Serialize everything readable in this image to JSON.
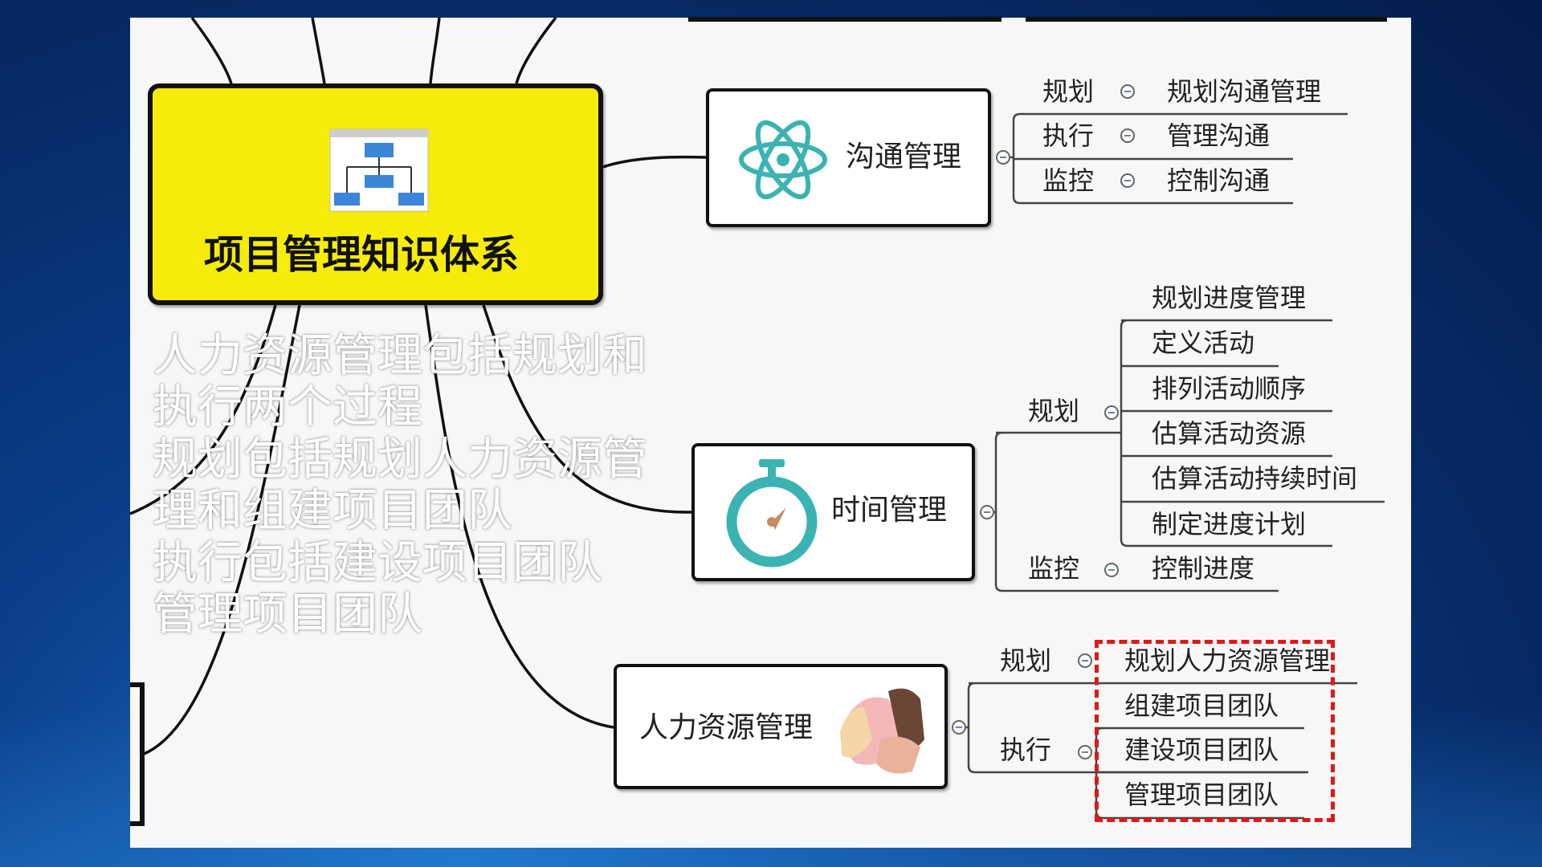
{
  "root": {
    "title": "项目管理知识体系",
    "icon": "org-chart-icon"
  },
  "communication": {
    "title": "沟通管理",
    "icon": "atom-icon",
    "branches": [
      {
        "label": "规划",
        "item": "规划沟通管理"
      },
      {
        "label": "执行",
        "item": "管理沟通"
      },
      {
        "label": "监控",
        "item": "控制沟通"
      }
    ]
  },
  "time": {
    "title": "时间管理",
    "icon": "stopwatch-icon",
    "plan_label": "规划",
    "plan_items": [
      "规划进度管理",
      "定义活动",
      "排列活动顺序",
      "估算活动资源",
      "估算活动持续时间",
      "制定进度计划"
    ],
    "monitor_label": "监控",
    "monitor_items": [
      "控制进度"
    ]
  },
  "hr": {
    "title": "人力资源管理",
    "icon": "hands-icon",
    "plan_label": "规划",
    "plan_items": [
      "规划人力资源管理",
      "组建项目团队"
    ],
    "exec_label": "执行",
    "exec_items": [
      "建设项目团队",
      "管理项目团队"
    ],
    "highlight_color": "#e01818"
  },
  "subtitles": [
    "人力资源管理包括规划和执行两个过程",
    "规划包括规划人力资源管理和组建项目团队",
    "执行包括建设项目团队",
    "管理项目团队"
  ]
}
